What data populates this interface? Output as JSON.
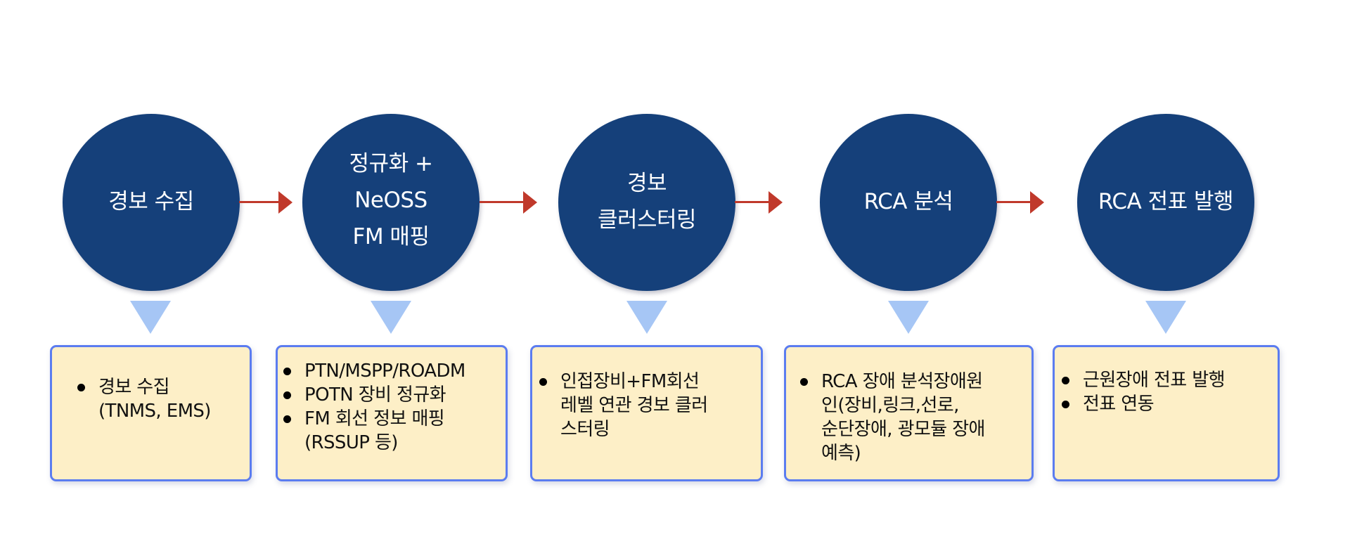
{
  "diagram": {
    "colors": {
      "circle_fill": "#15407a",
      "circle_text": "#ffffff",
      "arrow": "#c0392b",
      "connector": "#a6c6f5",
      "box_fill": "#fdefc7",
      "box_border": "#5b7cf0",
      "box_text": "#111111"
    },
    "steps": [
      {
        "title": "경보 수집",
        "details": [
          "경보 수집\n(TNMS, EMS)"
        ]
      },
      {
        "title": "정규화 +\nNeOSS\nFM 매핑",
        "details": [
          "PTN/MSPP/ROADM",
          "POTN 장비 정규화",
          "FM 회선 정보 매핑\n(RSSUP 등)"
        ]
      },
      {
        "title": "경보\n클러스터링",
        "details": [
          "인접장비+FM회선\n레벨 연관 경보 클러\n스터링"
        ]
      },
      {
        "title": "RCA 분석",
        "details": [
          "RCA 장애 분석장애원\n인(장비,링크,선로,\n순단장애, 광모듈 장애\n예측)"
        ]
      },
      {
        "title": "RCA 전표 발행",
        "details": [
          "근원장애 전표 발행",
          "전표 연동"
        ]
      }
    ]
  }
}
